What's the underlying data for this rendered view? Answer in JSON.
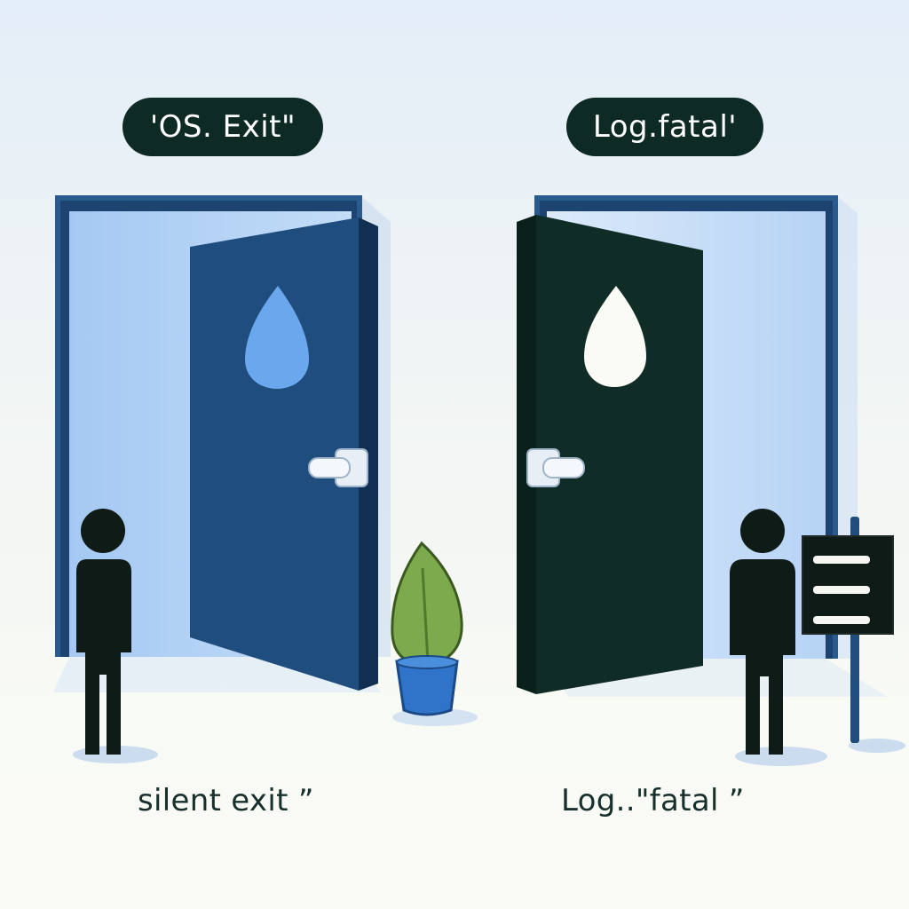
{
  "labels": {
    "left_tag": "'OS. Exit\"",
    "right_tag": "Log.fatal'",
    "left_caption": "silent exit ”",
    "right_caption": "Log..\"fatal ”"
  },
  "colors": {
    "tag_background": "#0e2a24",
    "tag_text": "#ffffff",
    "caption_text": "#17302b",
    "left_door": "#1e4d7e",
    "right_door": "#0f2c26",
    "doorway_light": "#a9cdf5",
    "frame": "#2a5b8f",
    "figure": "#0e1b17",
    "plant_leaf": "#7caa4c",
    "plant_pot": "#2f74c8"
  },
  "icons": [
    "teardrop-window-icon",
    "door-handle-icon",
    "person-icon",
    "potted-plant-icon",
    "sign-icon"
  ]
}
